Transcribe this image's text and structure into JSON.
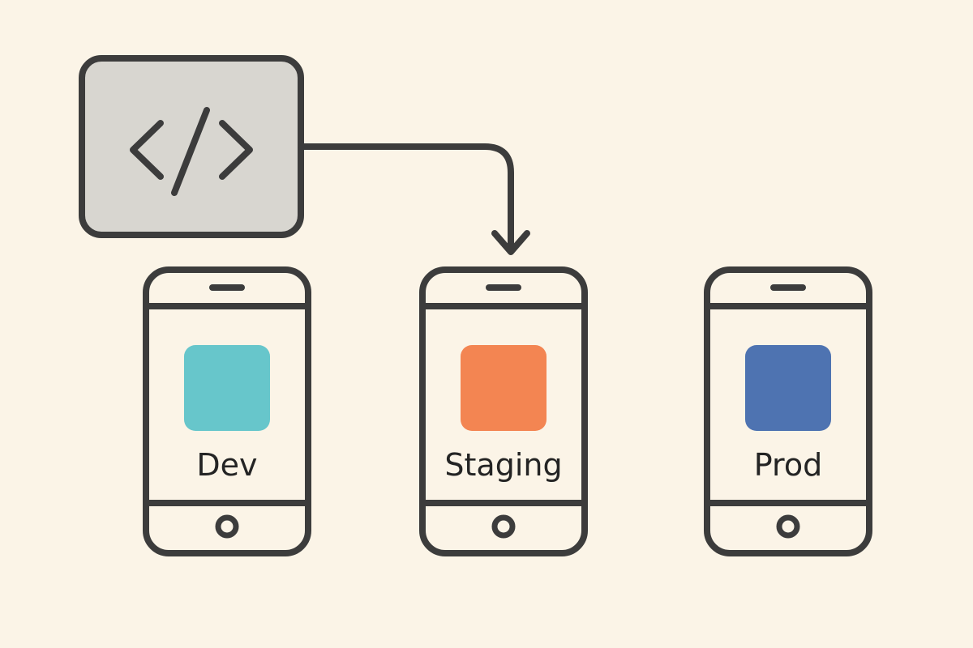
{
  "diagram": {
    "code_block": {
      "icon": "code-brackets-icon",
      "fill": "#d8d6d0"
    },
    "connector": {
      "target": "staging"
    },
    "environments": [
      {
        "key": "dev",
        "label": "Dev",
        "color": "#67c6cb"
      },
      {
        "key": "staging",
        "label": "Staging",
        "color": "#f38552"
      },
      {
        "key": "prod",
        "label": "Prod",
        "color": "#4e73b1"
      }
    ],
    "colors": {
      "background": "#fbf4e7",
      "outline": "#3c3c3c",
      "text": "#242424"
    }
  }
}
